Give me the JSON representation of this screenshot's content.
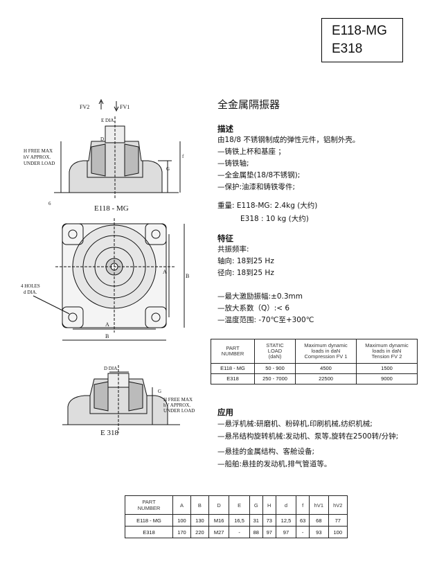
{
  "product": {
    "code_line1": "E118-MG",
    "code_line2": "E318"
  },
  "drawings": {
    "top_view": {
      "fv2": "FV2",
      "fv1": "FV1",
      "e_dia": "E DIA.",
      "d_dia": "D DIA.",
      "h_free": "H FREE MAX",
      "hv_approx": "hV APPROX.",
      "under_load": "UNDER LOAD",
      "g": "G",
      "f": "f",
      "six": "6",
      "caption": "E118 - MG"
    },
    "plan_view": {
      "holes": "4 HOLES",
      "d_dia": "d DIA.",
      "a": "A",
      "b": "B"
    },
    "bottom_view": {
      "d_dia": "D DIA.",
      "g": "G",
      "h_free": "H FREE MAX",
      "hv_approx": "hV APPROX.",
      "under_load": "UNDER LOAD",
      "caption": "E 318"
    }
  },
  "content": {
    "title": "全金属隔振器",
    "desc_heading": "描述",
    "desc_lines": [
      "由18/8 不锈钢制成的弹性元件，铝制外壳。",
      "—铸铁上杯和基座 ；",
      "—铸铁轴;",
      "—全金属垫(18/8不锈钢);",
      "—保护:油漆和铸铁零件;"
    ],
    "weight_1": "重量:   E118-MG: 2.4kg (大约)",
    "weight_2": "E318 : 10 kg (大约)",
    "feat_heading": "特征",
    "feat_lines": [
      "共振频率:",
      "轴向: 18到25 Hz",
      "径向: 18到25 Hz"
    ],
    "spec_lines": [
      "—最大激励振幅:±0.3mm",
      "—放大系数（Q）:< 6",
      "—温度范围: -70℃至+300℃"
    ],
    "app_heading": "应用",
    "app_lines": [
      "—悬浮机械:研磨机、粉碎机,印刷机械,纺织机械;",
      "—悬吊结构旋转机械:发动机、泵等,旋转在2500转/分钟;",
      "—悬挂的金属结构、客舱设备;",
      "—船舶:悬挂的发动机,排气管道等。"
    ]
  },
  "loads_table": {
    "headers": [
      "PART\nNUMBER",
      "STATIC\nLOAD\n(daN)",
      "Maximum dynamic\nloads in daN\nCompression FV 1",
      "Maximum dynamic\nloads in daN\nTension FV 2"
    ],
    "rows": [
      [
        "E118 - MG",
        "50 - 900",
        "4500",
        "1500"
      ],
      [
        "E318",
        "250 - 7000",
        "22500",
        "9000"
      ]
    ]
  },
  "dims_table": {
    "headers": [
      "PART\nNUMBER",
      "A",
      "B",
      "D",
      "E",
      "G",
      "H",
      "d",
      "f",
      "hV1",
      "hV2"
    ],
    "rows": [
      [
        "E118 - MG",
        "100",
        "130",
        "M16",
        "16,5",
        "31",
        "73",
        "12,5",
        "63",
        "68",
        "77"
      ],
      [
        "E318",
        "170",
        "220",
        "M27",
        "-",
        "88",
        "97",
        "97",
        "-",
        "93",
        "100"
      ]
    ]
  }
}
